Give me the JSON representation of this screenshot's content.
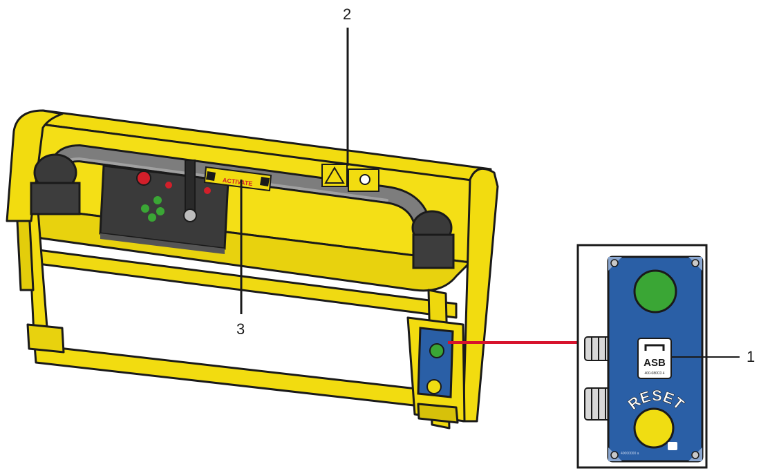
{
  "callouts": {
    "one": "1",
    "two": "2",
    "three": "3"
  },
  "inset": {
    "label_asb": "ASB",
    "label_reset": "RESET",
    "code_small": "400-080C0 4",
    "code_bottom": "40000000  a"
  },
  "decal": {
    "text": "ACTIVATE"
  },
  "colors": {
    "frame_yellow": "#f2dc10",
    "frame_dark_yellow": "#c9b400",
    "outline": "#1a1a1a",
    "handle_gray": "#7d7d7d",
    "panel_dark": "#3a3a3a",
    "box_blue": "#2a5fa6",
    "button_green": "#3aa635",
    "button_yellow": "#f0dd12",
    "button_red": "#d21f2a",
    "link_red": "#d7132d"
  },
  "icons": {
    "warning": "warning-triangle-icon",
    "asb_label": "asb-label-icon",
    "bluetooth_like": "logo-badge-icon"
  }
}
